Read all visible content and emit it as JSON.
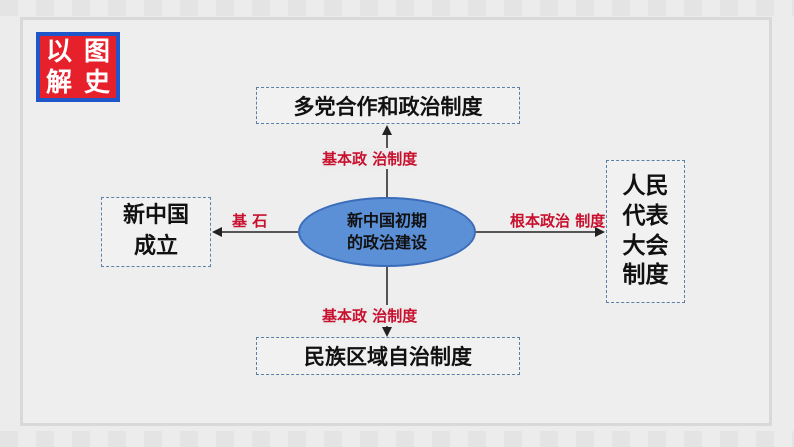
{
  "badge": {
    "chars": [
      "以",
      "图",
      "解",
      "史"
    ]
  },
  "diagram": {
    "center": "新中国初期\n的政治建设",
    "top_box": "多党合作和政治制度",
    "bottom_box": "民族区域自治制度",
    "left_box": "新中国\n成立",
    "right_box": "人民\n代表\n大会\n制度",
    "label_top": "基本政 治制度",
    "label_bottom": "基本政 治制度",
    "label_left": "基 石",
    "label_right": "根本政治\n制度"
  },
  "colors": {
    "accent_red": "#c8102e",
    "oval_blue": "#5b8fd6",
    "badge_blue": "#1f56c9",
    "badge_red": "#e6212b"
  }
}
